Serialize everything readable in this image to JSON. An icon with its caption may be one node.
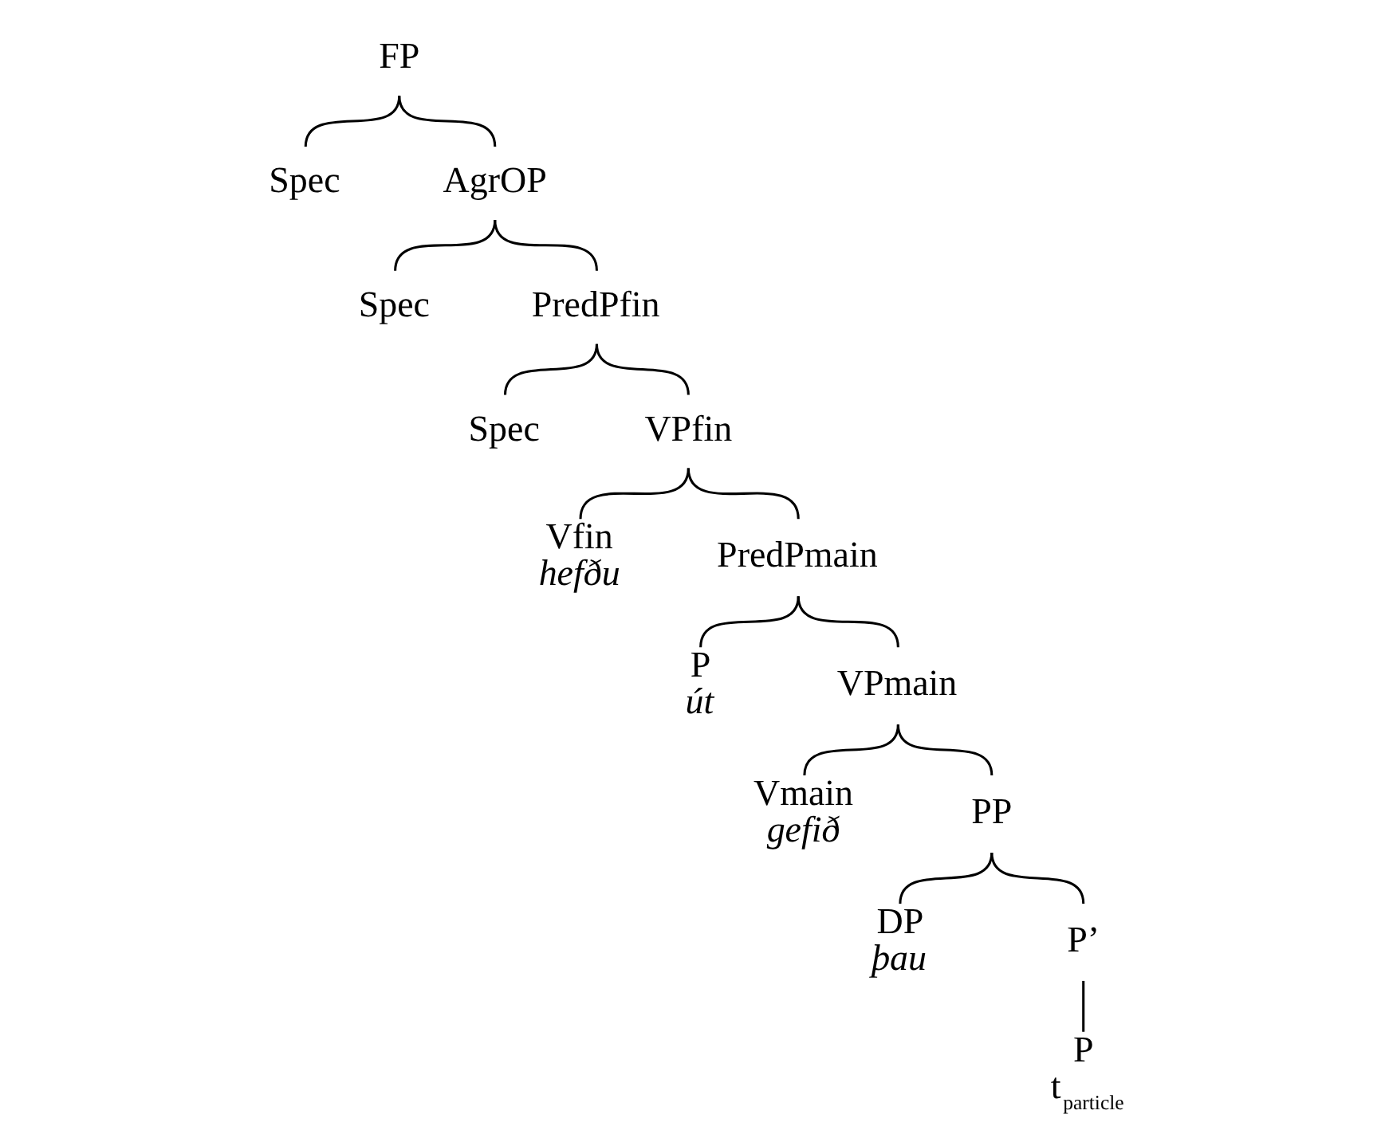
{
  "diagram": {
    "nodes": [
      {
        "text": [
          "FP"
        ]
      },
      {
        "text": [
          "Spec"
        ]
      },
      {
        "text": [
          "AgrOP"
        ]
      },
      {
        "text": [
          "Spec"
        ]
      },
      {
        "text": [
          "PredPfin"
        ]
      },
      {
        "text": [
          "Spec"
        ]
      },
      {
        "text": [
          "VPfin"
        ]
      },
      {
        "text": [
          "Vfin",
          "hefðu"
        ]
      },
      {
        "text": [
          "PredPmain"
        ]
      },
      {
        "text": [
          "P",
          "út"
        ]
      },
      {
        "text": [
          "VPmain"
        ]
      },
      {
        "text": [
          "Vmain",
          "gefið"
        ]
      },
      {
        "text": [
          "PP"
        ]
      },
      {
        "text": [
          "DP",
          "þau"
        ]
      },
      {
        "text": [
          "P’"
        ]
      },
      {
        "text": [
          "P",
          "t$_{particle}$"
        ]
      }
    ],
    "edges": [
      {
        "from": 0,
        "to": 1,
        "arrow": "none"
      },
      {
        "from": 0,
        "to": 2,
        "arrow": "none"
      },
      {
        "from": 2,
        "to": 3,
        "arrow": "none"
      },
      {
        "from": 2,
        "to": 4,
        "arrow": "none"
      },
      {
        "from": 4,
        "to": 5,
        "arrow": "none"
      },
      {
        "from": 4,
        "to": 6,
        "arrow": "none"
      },
      {
        "from": 6,
        "to": 7,
        "arrow": "none"
      },
      {
        "from": 6,
        "to": 8,
        "arrow": "none"
      },
      {
        "from": 8,
        "to": 9,
        "arrow": "none"
      },
      {
        "from": 8,
        "to": 10,
        "arrow": "none"
      },
      {
        "from": 10,
        "to": 11,
        "arrow": "none"
      },
      {
        "from": 10,
        "to": 12,
        "arrow": "none"
      },
      {
        "from": 12,
        "to": 13,
        "arrow": "none"
      },
      {
        "from": 12,
        "to": 14,
        "arrow": "none"
      },
      {
        "from": 14,
        "to": 15,
        "arrow": "none"
      }
    ]
  }
}
